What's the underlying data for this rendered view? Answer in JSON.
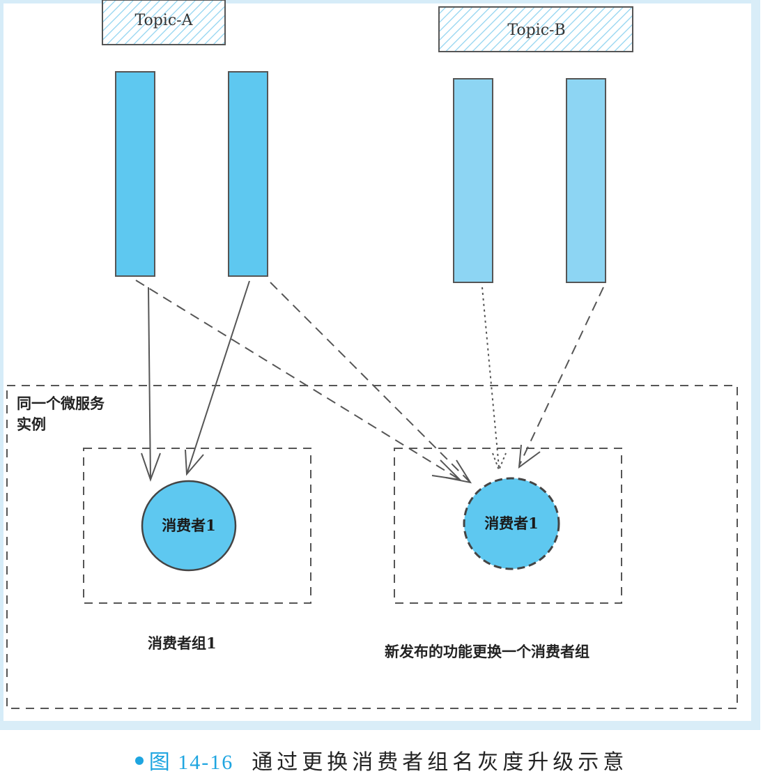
{
  "diagram": {
    "topics": [
      {
        "name": "Topic-A",
        "partitions": 2,
        "partition_color": "#5ec8f0"
      },
      {
        "name": "Topic-B",
        "partitions": 2,
        "partition_color": "#8dd5f3"
      }
    ],
    "service_instance_label_line1": "同一个微服务",
    "service_instance_label_line2": "实例",
    "consumer_groups": [
      {
        "node_label": "消费者1",
        "group_label": "消费者组1",
        "node_border": "solid",
        "subscribes": [
          "Topic-A"
        ]
      },
      {
        "node_label": "消费者1",
        "group_label": "新发布的功能更换一个消费者组",
        "node_border": "dashed",
        "subscribes": [
          "Topic-A",
          "Topic-B"
        ]
      }
    ],
    "colors": {
      "accent": "#1ea5e0",
      "node_fill": "#5ec8f0",
      "hatch": "#8fd3f0",
      "frame": "#d6ecf8",
      "line": "#555555"
    }
  },
  "caption": {
    "figure_number": "图 14-16",
    "title": "通过更换消费者组名灰度升级示意"
  }
}
